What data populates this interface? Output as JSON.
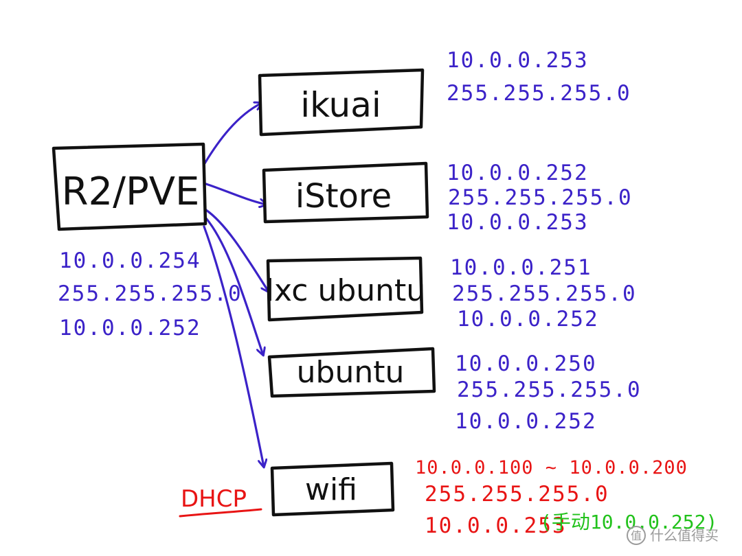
{
  "nodes": {
    "r2pve": {
      "label": "R2/PVE",
      "ip": "10.0.0.254",
      "mask": "255.255.255.0",
      "gateway": "10.0.0.252"
    },
    "ikuai": {
      "label": "ikuai",
      "ip": "10.0.0.253",
      "mask": "255.255.255.0"
    },
    "istore": {
      "label": "iStore",
      "ip": "10.0.0.252",
      "mask": "255.255.255.0",
      "gateway": "10.0.0.253"
    },
    "lxc_ubuntu": {
      "label": "lxc ubuntu",
      "ip": "10.0.0.251",
      "mask": "255.255.255.0",
      "gateway": "10.0.0.252"
    },
    "ubuntu": {
      "label": "ubuntu",
      "ip": "10.0.0.250",
      "mask": "255.255.255.0",
      "gateway": "10.0.0.252"
    },
    "wifi": {
      "label": "wifi",
      "tag": "DHCP",
      "range": "10.0.0.100 ~ 10.0.0.200",
      "mask": "255.255.255.0",
      "gateway": "10.0.0.253",
      "gateway_note": "(手动10.0.0.252)"
    }
  },
  "watermark": {
    "icon": "zhi-value-logo-icon",
    "text": "什么值得买"
  },
  "colors": {
    "ink": "#111111",
    "blue": "#3b22c8",
    "red": "#e81414",
    "green": "#22c21c"
  }
}
